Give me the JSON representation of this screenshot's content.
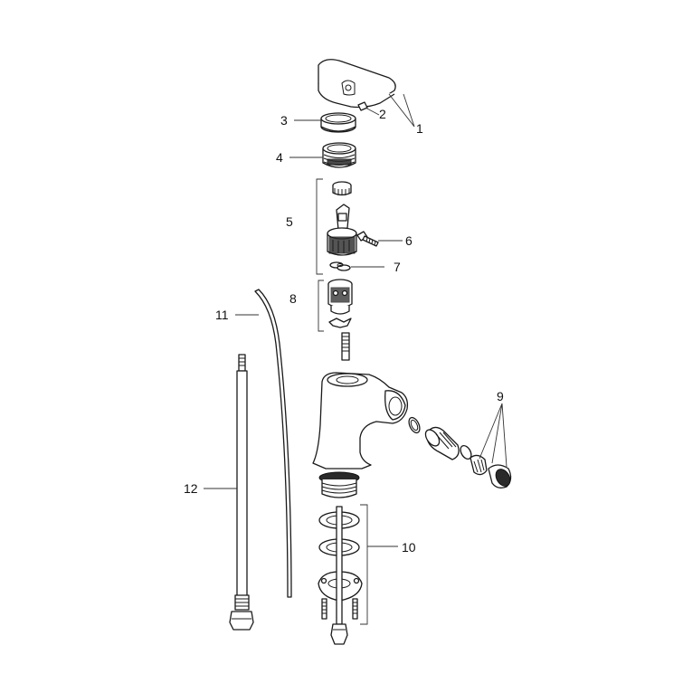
{
  "callouts": [
    "1",
    "2",
    "3",
    "4",
    "5",
    "6",
    "7",
    "8",
    "9",
    "10",
    "11",
    "12"
  ],
  "colors": {
    "line": "#1a1a1a",
    "background": "#ffffff"
  }
}
